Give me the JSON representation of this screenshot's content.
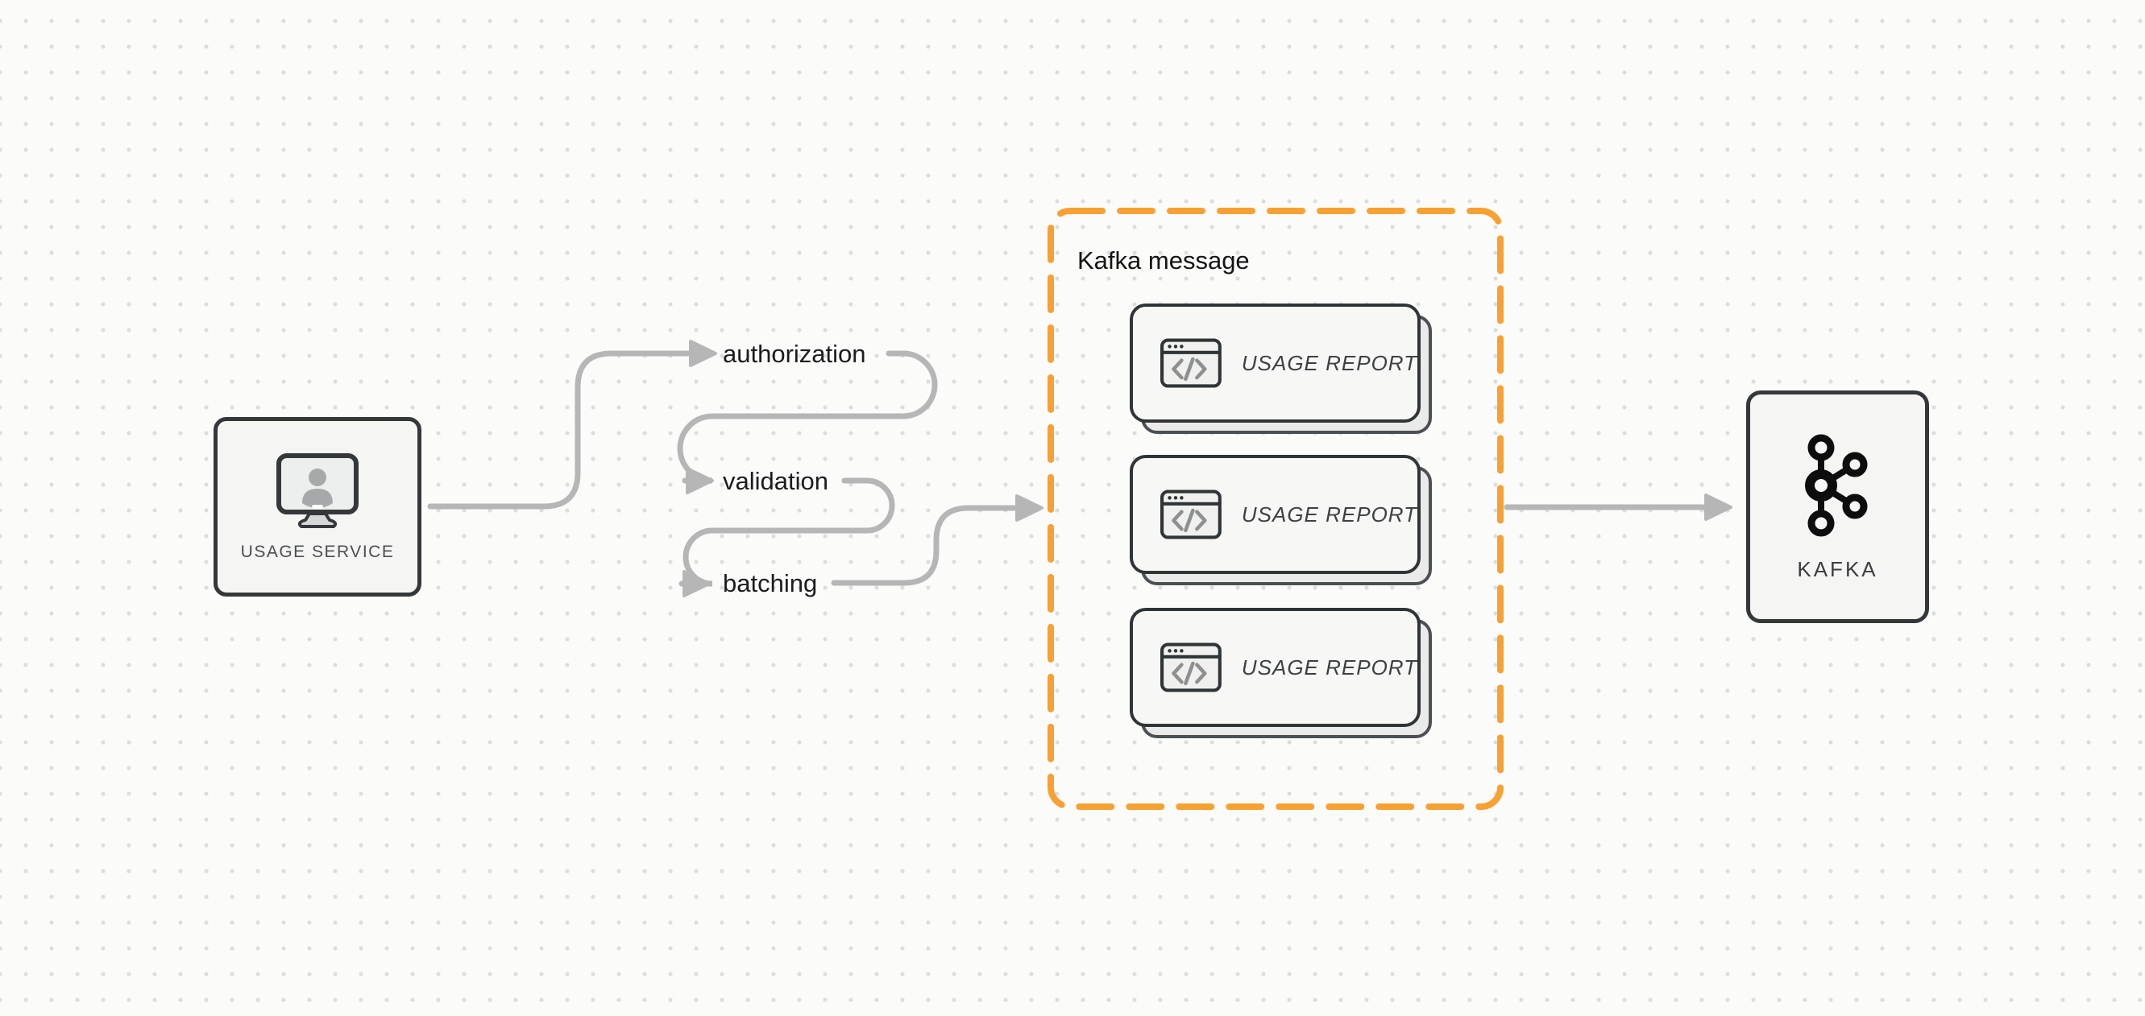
{
  "diagram": {
    "source_node": {
      "label": "USAGE SERVICE",
      "icon": "user-monitor-icon"
    },
    "pipeline_steps": [
      {
        "label": "authorization"
      },
      {
        "label": "validation"
      },
      {
        "label": "batching"
      }
    ],
    "kafka_message_group": {
      "title": "Kafka message",
      "cards": [
        {
          "label": "USAGE REPORT",
          "icon": "code-window-icon"
        },
        {
          "label": "USAGE REPORT",
          "icon": "code-window-icon"
        },
        {
          "label": "USAGE REPORT",
          "icon": "code-window-icon"
        }
      ]
    },
    "sink_node": {
      "label": "KAFKA",
      "icon": "kafka-logo-icon"
    },
    "colors": {
      "group_border_orange": "#F8A133",
      "connector_gray": "#B5B6B5",
      "shape_border_dark": "#2F3437",
      "canvas_background": "#FBFBFA",
      "grid_dot": "#DCDEDD"
    }
  }
}
